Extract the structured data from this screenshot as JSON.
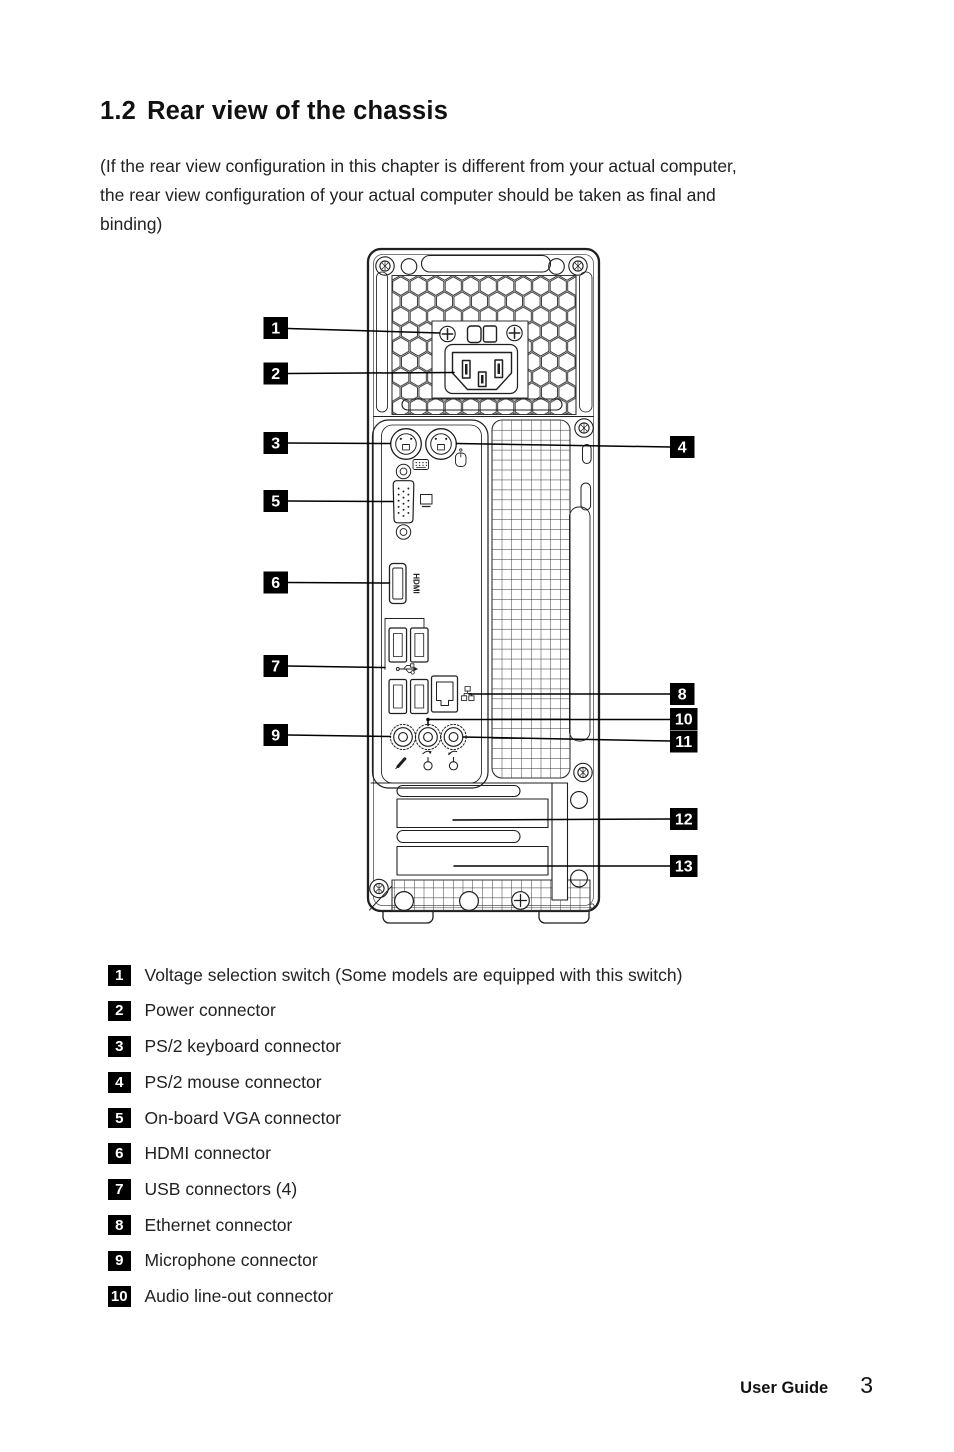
{
  "page": {
    "section_number": "1.2",
    "title": "Rear view of the chassis",
    "intro_lines": [
      "(If the rear view configuration in this chapter is different from your actual computer,",
      "the rear view configuration of your actual computer should be taken as final and",
      "binding)"
    ],
    "footer": {
      "label": "User Guide",
      "page_number": "3"
    }
  },
  "colors": {
    "badge_background": "#000000",
    "badge_number": "#ffffff",
    "line_art": "#1f1f1f"
  },
  "diagram": {
    "name": "rear-chassis-line-drawing",
    "hdmi_port_label": "HDMI",
    "callouts": [
      {
        "num": "1"
      },
      {
        "num": "2"
      },
      {
        "num": "3"
      },
      {
        "num": "4"
      },
      {
        "num": "5"
      },
      {
        "num": "6"
      },
      {
        "num": "7"
      },
      {
        "num": "8"
      },
      {
        "num": "9"
      },
      {
        "num": "10"
      },
      {
        "num": "11"
      },
      {
        "num": "12"
      },
      {
        "num": "13"
      }
    ]
  },
  "legend": {
    "items": [
      {
        "num": "1",
        "label": "Voltage selection switch (Some models are equipped with this switch)"
      },
      {
        "num": "2",
        "label": "Power connector"
      },
      {
        "num": "3",
        "label": "PS/2 keyboard connector"
      },
      {
        "num": "4",
        "label": "PS/2 mouse connector"
      },
      {
        "num": "5",
        "label": "On-board VGA connector"
      },
      {
        "num": "6",
        "label": "HDMI connector"
      },
      {
        "num": "7",
        "label": "USB connectors (4)"
      },
      {
        "num": "8",
        "label": "Ethernet connector"
      },
      {
        "num": "9",
        "label": "Microphone connector"
      },
      {
        "num": "10",
        "label": "Audio line-out connector"
      }
    ]
  }
}
